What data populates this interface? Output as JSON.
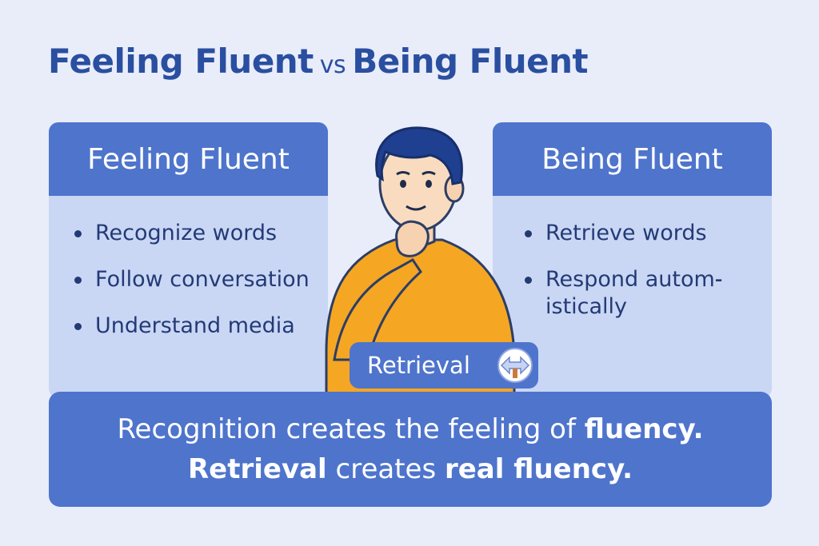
{
  "title": {
    "part1": "Feeling Fluent",
    "vs": "vs",
    "part2": "Being Fluent"
  },
  "left_panel": {
    "header": "Feeling Fluent",
    "items": [
      "Recognize words",
      "Follow conversation",
      "Understand media"
    ]
  },
  "right_panel": {
    "header": "Being Fluent",
    "items": [
      "Retrieve words",
      "Respond autom-̵istically"
    ]
  },
  "center_tag": {
    "label": "Retrieval",
    "icon": "double-arrow-icon"
  },
  "summary": {
    "line1_plain": "Recognition creates the feeling of",
    "line1_bold": "fluency.",
    "line2_bold_a": "Retrieval",
    "line2_plain": "creates",
    "line2_bold_b": "real fluency."
  },
  "colors": {
    "background": "#e9edfa",
    "title": "#2a4fa0",
    "panel_header": "#4e74cc",
    "panel_body": "#c9d7f5",
    "shirt": "#f5a623",
    "hair": "#1f3f91"
  }
}
